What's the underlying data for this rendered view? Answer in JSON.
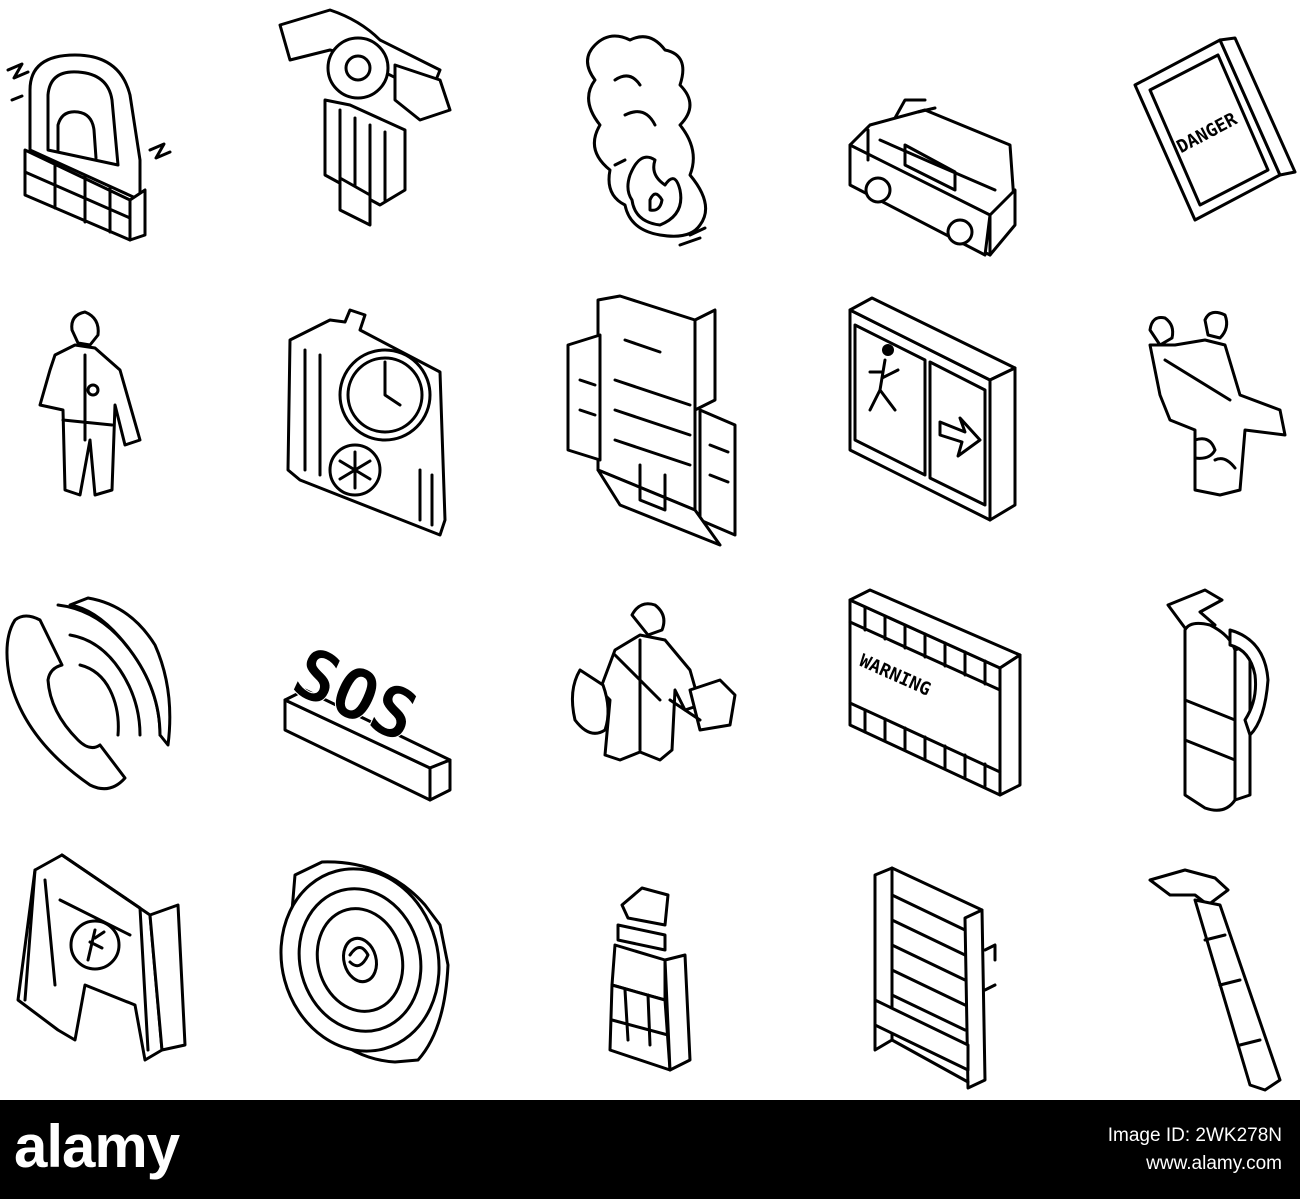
{
  "icons": [
    {
      "name": "emergency-siren-lamp-icon"
    },
    {
      "name": "rescue-rope-pulley-icon"
    },
    {
      "name": "fire-smoke-icon"
    },
    {
      "name": "emergency-van-icon"
    },
    {
      "name": "danger-sign-icon",
      "sign_text": "DANGER"
    },
    {
      "name": "rescuer-person-icon"
    },
    {
      "name": "first-aid-kit-clock-icon"
    },
    {
      "name": "hospital-building-icon"
    },
    {
      "name": "emergency-exit-sign-icon"
    },
    {
      "name": "firefighter-carrying-person-icon"
    },
    {
      "name": "emergency-phone-call-icon"
    },
    {
      "name": "sos-sign-icon",
      "sign_text": "SOS"
    },
    {
      "name": "rescuer-with-bags-icon"
    },
    {
      "name": "warning-banner-icon",
      "sign_text": "WARNING"
    },
    {
      "name": "fire-extinguisher-icon"
    },
    {
      "name": "wet-floor-sign-icon"
    },
    {
      "name": "fire-hose-reel-icon"
    },
    {
      "name": "fire-hydrant-column-icon"
    },
    {
      "name": "ladder-icon"
    },
    {
      "name": "fire-axe-icon"
    }
  ],
  "footer": {
    "logo": "alamy",
    "image_id_line": "Image ID: 2WK278N",
    "site": "www.alamy.com"
  }
}
